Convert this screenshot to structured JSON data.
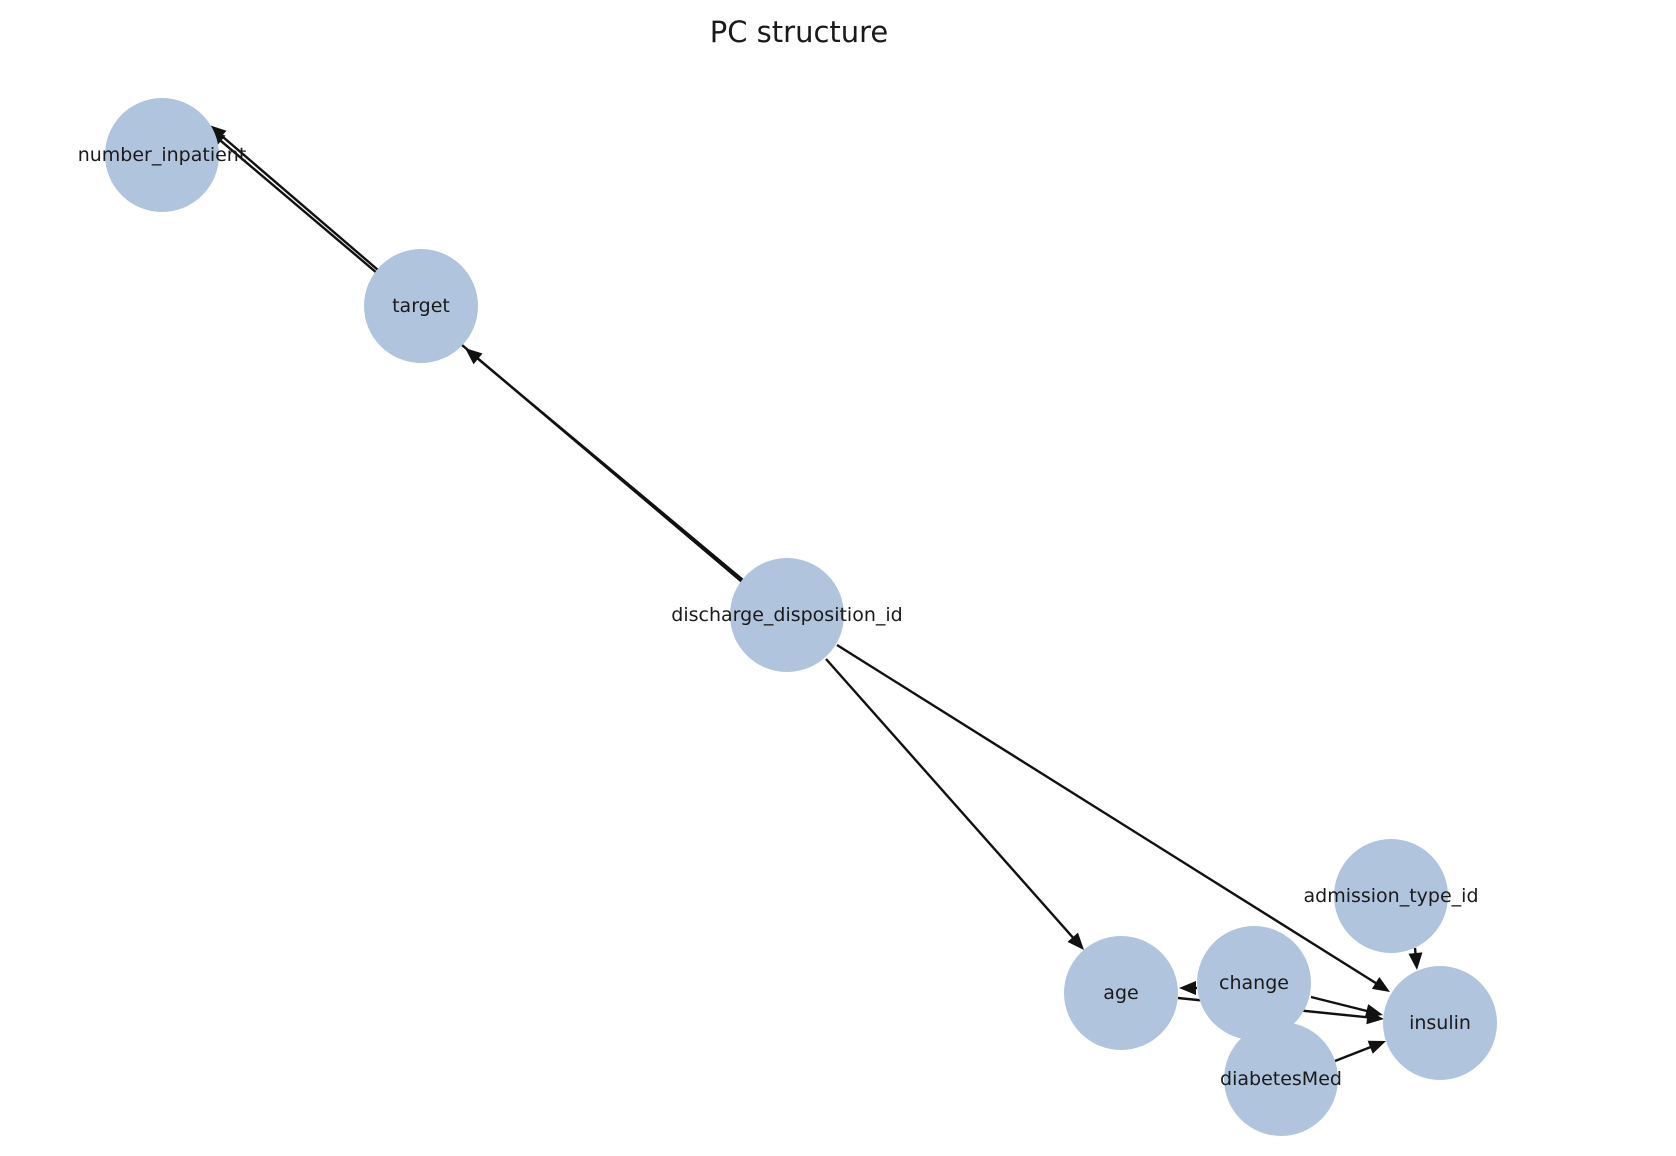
{
  "title": "PC structure",
  "colors": {
    "node_fill": "#b0c4de",
    "edge": "#111111",
    "text": "#1a1a1a",
    "background": "#ffffff"
  },
  "nodes": [
    {
      "id": "number_inpatient",
      "label": "number_inpatient"
    },
    {
      "id": "target",
      "label": "target"
    },
    {
      "id": "discharge_disposition_id",
      "label": "discharge_disposition_id"
    },
    {
      "id": "admission_type_id",
      "label": "admission_type_id"
    },
    {
      "id": "age",
      "label": "age"
    },
    {
      "id": "change",
      "label": "change"
    },
    {
      "id": "insulin",
      "label": "insulin"
    },
    {
      "id": "diabetesMed",
      "label": "diabetesMed"
    }
  ],
  "edges": [
    {
      "from": "target",
      "to": "number_inpatient"
    },
    {
      "from": "discharge_disposition_id",
      "to": "number_inpatient"
    },
    {
      "from": "discharge_disposition_id",
      "to": "target"
    },
    {
      "from": "discharge_disposition_id",
      "to": "age"
    },
    {
      "from": "discharge_disposition_id",
      "to": "insulin"
    },
    {
      "from": "admission_type_id",
      "to": "insulin"
    },
    {
      "from": "change",
      "to": "age"
    },
    {
      "from": "change",
      "to": "insulin"
    },
    {
      "from": "age",
      "to": "insulin"
    },
    {
      "from": "diabetesMed",
      "to": "insulin"
    }
  ]
}
